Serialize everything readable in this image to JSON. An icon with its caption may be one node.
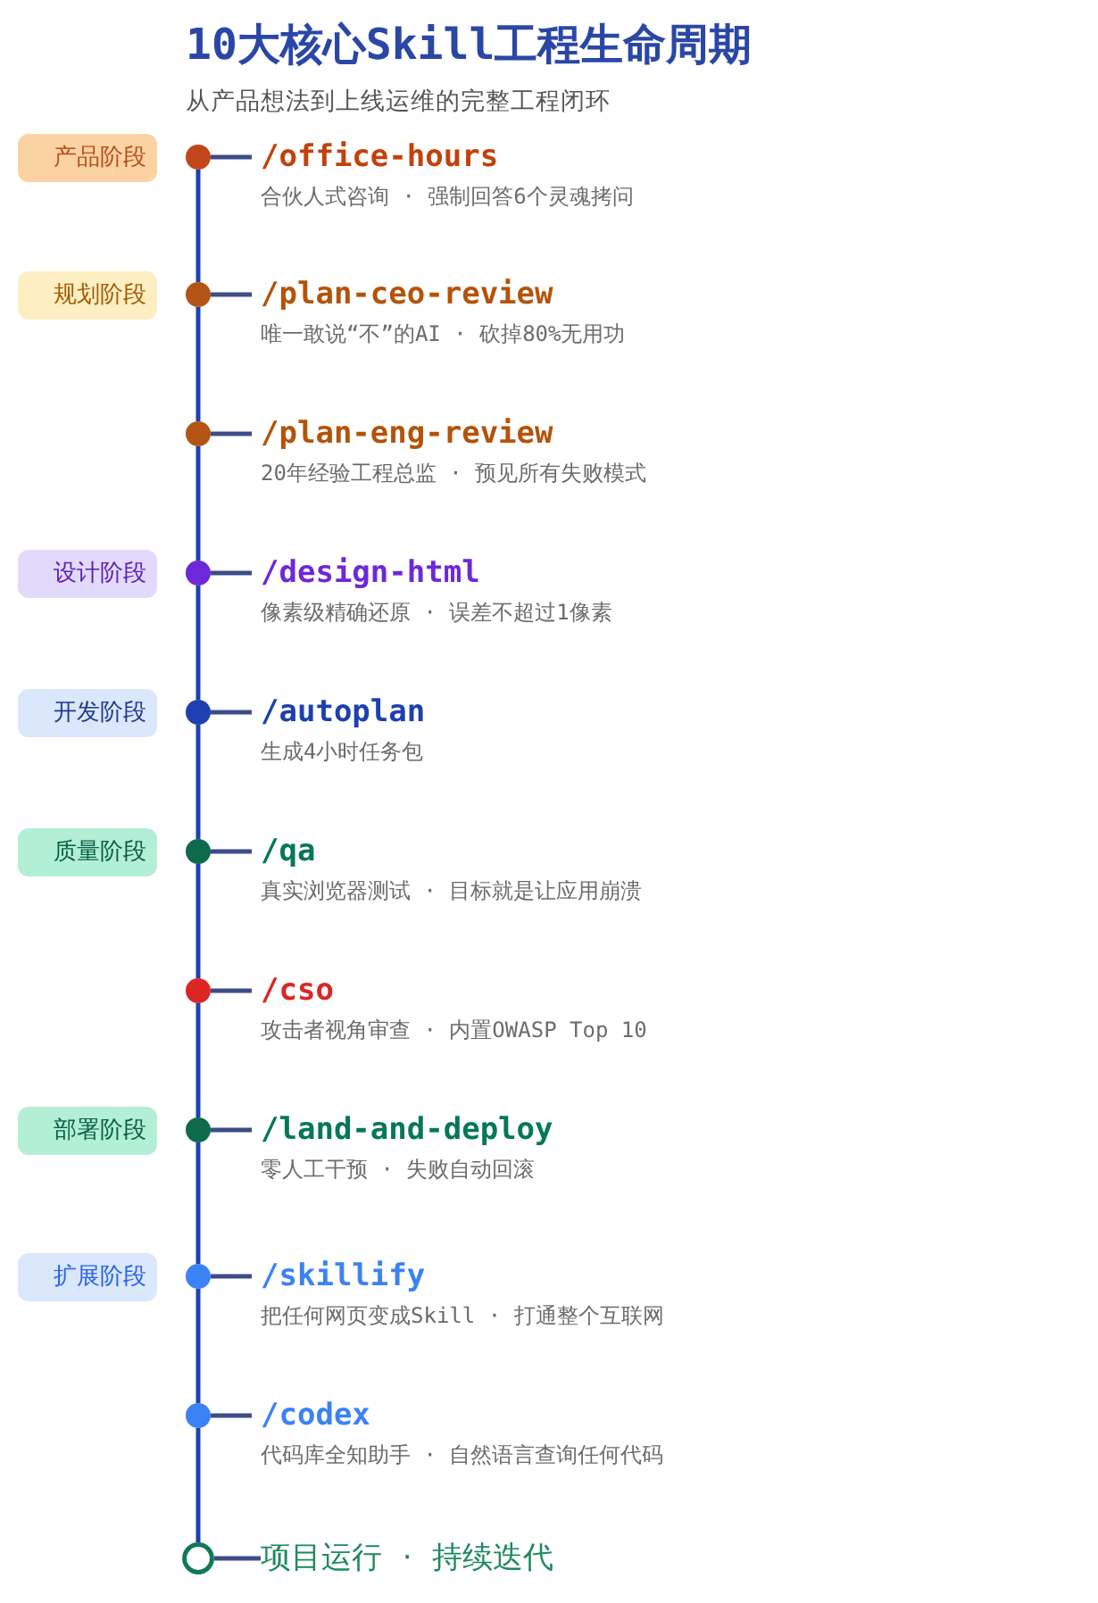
{
  "diagram": {
    "title": "10大核心Skill工程生命周期",
    "nodes": [
      {
        "text": [
          "产品阶段"
        ]
      },
      {
        "text": [],
        "shape": "circle"
      },
      {
        "text": [
          "/office-hours",
          "合伙人式咨询 · 强制回答6个灵魂拷问"
        ]
      },
      {
        "text": [
          "规划阶段"
        ]
      },
      {
        "text": [],
        "shape": "circle"
      },
      {
        "text": [
          "/plan-ceo-review",
          "唯一敢说“不”的AI · 砍掉80%无用功"
        ]
      },
      {
        "text": [],
        "shape": "circle"
      },
      {
        "text": [
          "/plan-eng-review",
          "20年经验工程总监 · 预见所有失败模式"
        ]
      },
      {
        "text": [
          "设计阶段"
        ]
      },
      {
        "text": [],
        "shape": "circle"
      },
      {
        "text": [
          "/design-html",
          "像素级精确还原 · 误差不超过1像素"
        ]
      },
      {
        "text": [
          "开发阶段"
        ]
      },
      {
        "text": [],
        "shape": "circle"
      },
      {
        "text": [
          "/autoplan",
          "生成4小时任务包"
        ]
      },
      {
        "text": [
          "质量阶段"
        ]
      },
      {
        "text": [],
        "shape": "circle"
      },
      {
        "text": [
          "/qa",
          "真实浏览器测试 · 目标就是让应用崩溃"
        ]
      },
      {
        "text": [],
        "shape": "circle"
      },
      {
        "text": [
          "/cso",
          "攻击者视角审查 · 内置OWASP Top 10"
        ]
      },
      {
        "text": [
          "部署阶段"
        ]
      },
      {
        "text": [],
        "shape": "circle"
      },
      {
        "text": [
          "/land-and-deploy",
          "零人工干预 · 失败自动回滚"
        ]
      },
      {
        "text": [
          "扩展阶段"
        ]
      },
      {
        "text": [],
        "shape": "circle"
      },
      {
        "text": [
          "/skillify",
          "把任何网页变成Skill · 打通整个互联网"
        ]
      },
      {
        "text": [],
        "shape": "circle"
      },
      {
        "text": [
          "/codex",
          "代码库全知助手 · 自然语言查询任何代码"
        ]
      },
      {
        "text": [],
        "shape": "circle"
      },
      {
        "text": [
          "项目运行 · 持续迭代"
        ]
      }
    ],
    "edges": [
      {
        "from": 1,
        "to": 2,
        "arrow": "none"
      },
      {
        "from": 1,
        "to": 4,
        "arrow": "none",
        "color": "#1e40af"
      },
      {
        "from": 4,
        "to": 5,
        "arrow": "none"
      },
      {
        "from": 4,
        "to": 6,
        "arrow": "none",
        "color": "#1e40af"
      },
      {
        "from": 6,
        "to": 7,
        "arrow": "none"
      },
      {
        "from": 6,
        "to": 9,
        "arrow": "none",
        "color": "#1e40af"
      },
      {
        "from": 9,
        "to": 10,
        "arrow": "none"
      },
      {
        "from": 9,
        "to": 12,
        "arrow": "none",
        "color": "#1e40af"
      },
      {
        "from": 12,
        "to": 13,
        "arrow": "none"
      },
      {
        "from": 12,
        "to": 15,
        "arrow": "none",
        "color": "#1e40af"
      },
      {
        "from": 15,
        "to": 16,
        "arrow": "none"
      },
      {
        "from": 15,
        "to": 17,
        "arrow": "none",
        "color": "#1e40af"
      },
      {
        "from": 17,
        "to": 18,
        "arrow": "none"
      },
      {
        "from": 17,
        "to": 20,
        "arrow": "none",
        "color": "#1e40af"
      },
      {
        "from": 20,
        "to": 21,
        "arrow": "none"
      },
      {
        "from": 20,
        "to": 23,
        "arrow": "none",
        "color": "#1e40af"
      },
      {
        "from": 23,
        "to": 24,
        "arrow": "none"
      },
      {
        "from": 23,
        "to": 25,
        "arrow": "none",
        "color": "#1e40af"
      },
      {
        "from": 25,
        "to": 26,
        "arrow": "none"
      },
      {
        "from": 25,
        "to": 27,
        "arrow": "none",
        "color": "#1e40af"
      },
      {
        "from": 27,
        "to": 28,
        "arrow": "none"
      }
    ],
    "labels": [
      "从产品想法到上线运维的完整工程闭环"
    ]
  }
}
